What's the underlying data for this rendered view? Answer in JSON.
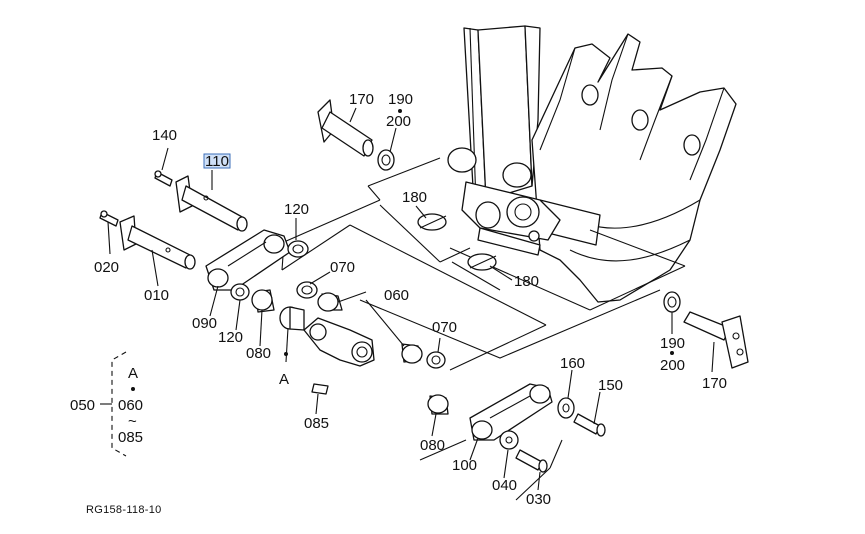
{
  "diagram": {
    "callouts": {
      "p170_top": "170",
      "p190_top": "190",
      "p200_top": "200",
      "p140": "140",
      "p110": "110",
      "p180_a": "180",
      "p120_top": "120",
      "p070_top": "070",
      "p020": "020",
      "p010": "010",
      "p060": "060",
      "p180_b": "180",
      "p090": "090",
      "p120_bot": "120",
      "p080_left": "080",
      "p070_mid": "070",
      "p_a_marker": "A",
      "p190_right": "190",
      "p200_right": "200",
      "p170_right": "170",
      "p160": "160",
      "p150": "150",
      "p085": "085",
      "p080_bot": "080",
      "p100": "100",
      "p040": "040",
      "p030": "030"
    },
    "legend": {
      "group": "050",
      "marker": "A",
      "from": "060",
      "tilde": "~",
      "to": "085"
    },
    "drawing_code": "RG158-118-10"
  }
}
